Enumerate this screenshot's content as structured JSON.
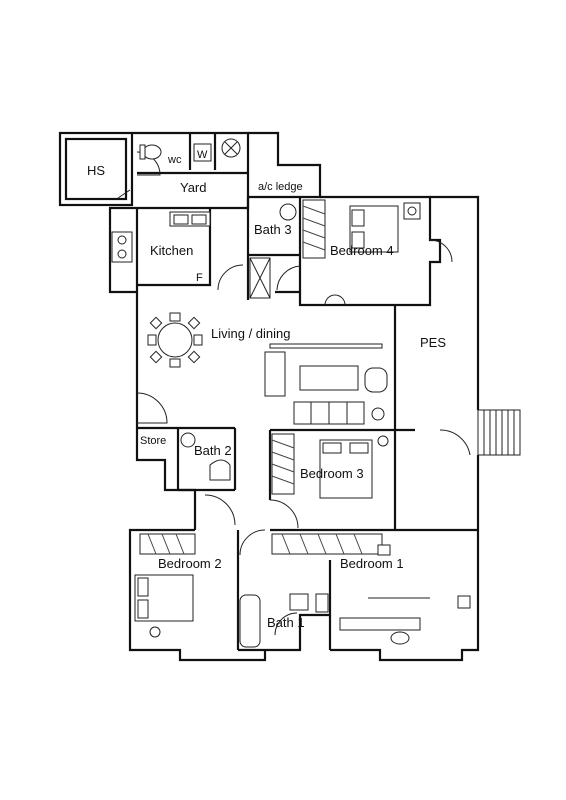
{
  "plan": {
    "rooms": [
      {
        "id": "hs",
        "label": "HS"
      },
      {
        "id": "wc",
        "label": "wc"
      },
      {
        "id": "washer",
        "label": "W"
      },
      {
        "id": "yard",
        "label": "Yard"
      },
      {
        "id": "ac_ledge",
        "label": "a/c ledge"
      },
      {
        "id": "kitchen",
        "label": "Kitchen"
      },
      {
        "id": "fridge",
        "label": "F"
      },
      {
        "id": "bath3",
        "label": "Bath 3"
      },
      {
        "id": "bedroom4",
        "label": "Bedroom 4"
      },
      {
        "id": "pes",
        "label": "PES"
      },
      {
        "id": "living",
        "label": "Living / dining"
      },
      {
        "id": "store",
        "label": "Store"
      },
      {
        "id": "bath2",
        "label": "Bath 2"
      },
      {
        "id": "bedroom3",
        "label": "Bedroom 3"
      },
      {
        "id": "bedroom2",
        "label": "Bedroom 2"
      },
      {
        "id": "bath1",
        "label": "Bath 1"
      },
      {
        "id": "bedroom1",
        "label": "Bedroom 1"
      }
    ]
  }
}
